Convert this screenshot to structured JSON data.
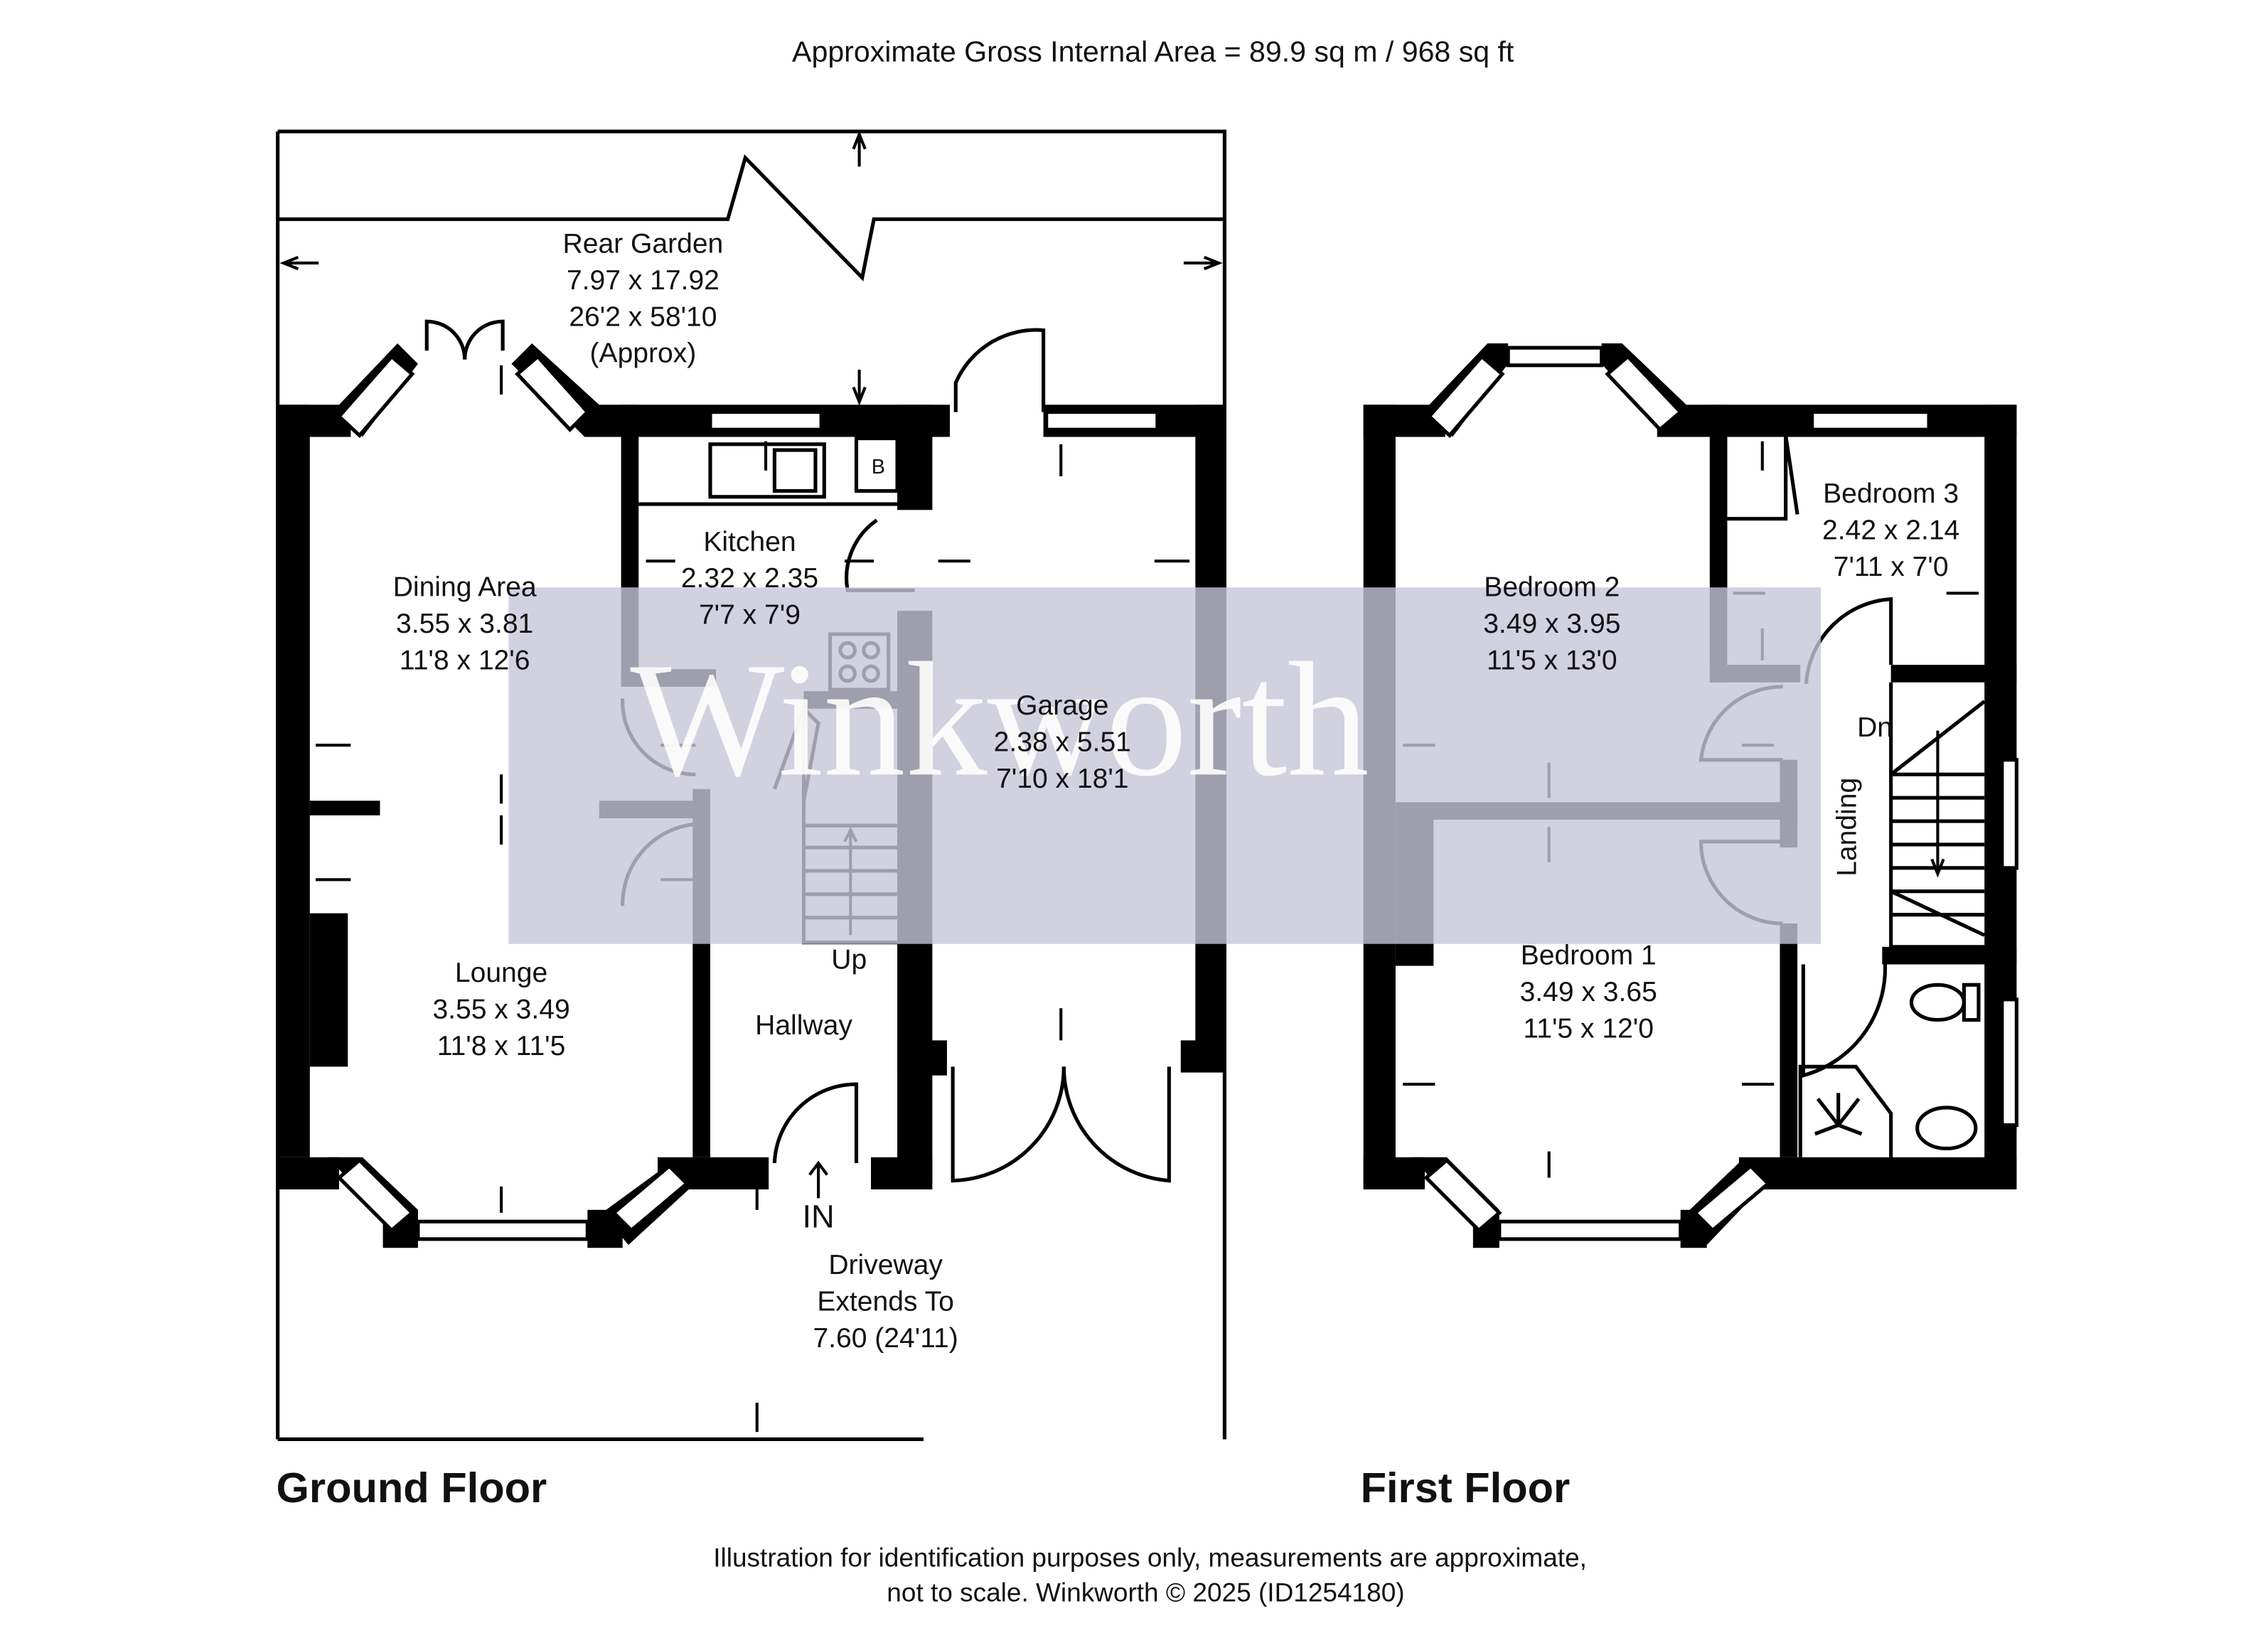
{
  "header": {
    "area_text": "Approximate Gross Internal Area = 89.9 sq m / 968 sq ft"
  },
  "watermark": "Winkworth",
  "colors": {
    "watermark_band": "#c5c6d8",
    "walls": "#000000",
    "background": "#ffffff"
  },
  "ground_floor": {
    "title": "Ground Floor",
    "rear_garden": {
      "name": "Rear Garden",
      "metric": "7.97 x 17.92",
      "imperial": "26'2 x 58'10",
      "note": "(Approx)"
    },
    "dining": {
      "name": "Dining Area",
      "metric": "3.55 x 3.81",
      "imperial": "11'8 x 12'6"
    },
    "kitchen": {
      "name": "Kitchen",
      "metric": "2.32 x 2.35",
      "imperial": "7'7 x 7'9",
      "boiler": "B"
    },
    "garage": {
      "name": "Garage",
      "metric": "2.38 x 5.51",
      "imperial": "7'10 x 18'1"
    },
    "lounge": {
      "name": "Lounge",
      "metric": "3.55 x 3.49",
      "imperial": "11'8 x 11'5"
    },
    "hallway": {
      "name": "Hallway",
      "stairs": "Up",
      "entrance": "IN"
    },
    "driveway": {
      "line1": "Driveway",
      "line2": "Extends To",
      "line3": "7.60 (24'11)"
    }
  },
  "first_floor": {
    "title": "First Floor",
    "bedroom2": {
      "name": "Bedroom 2",
      "metric": "3.49 x 3.95",
      "imperial": "11'5 x 13'0"
    },
    "bedroom3": {
      "name": "Bedroom 3",
      "metric": "2.42 x 2.14",
      "imperial": "7'11 x 7'0"
    },
    "bedroom1": {
      "name": "Bedroom 1",
      "metric": "3.49 x 3.65",
      "imperial": "11'5 x 12'0"
    },
    "landing": {
      "name": "Landing",
      "stairs": "Dn"
    }
  },
  "footer": {
    "line1": "Illustration for identification purposes only, measurements are approximate,",
    "line2": "not to scale. Winkworth © 2025 (ID1254180)"
  }
}
